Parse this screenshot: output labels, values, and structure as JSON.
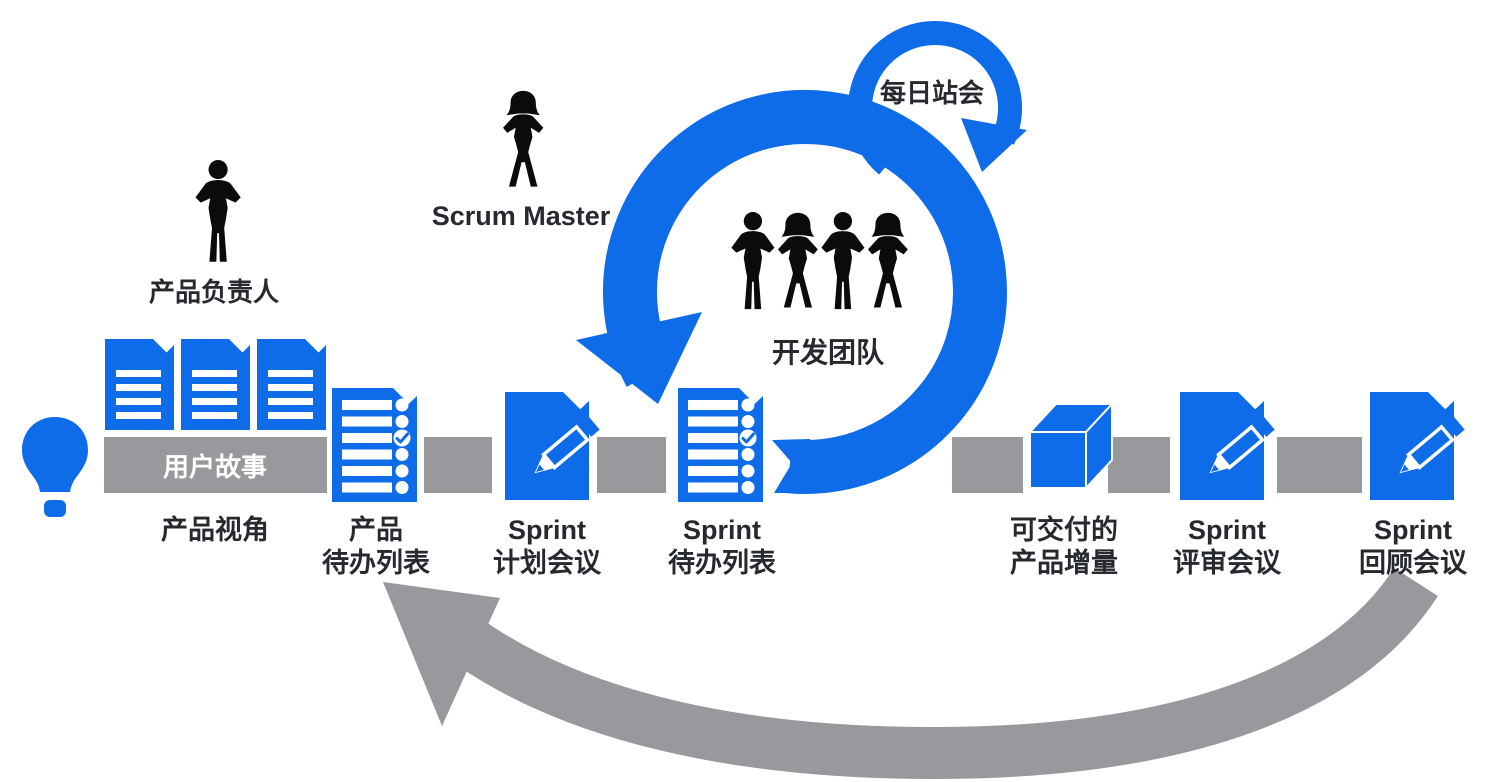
{
  "colors": {
    "primary_blue": "#0F6CE8",
    "band_gray": "#98999D",
    "label_text": "#26292E",
    "silhouette_black": "#0B0B0B",
    "band_label_text": "#FFFFFF"
  },
  "actors": {
    "product_owner_label": "产品负责人",
    "scrum_master_label": "Scrum Master",
    "dev_team_label": "开发团队",
    "daily_standup_label": "每日站会"
  },
  "band": {
    "user_stories_label": "用户故事"
  },
  "stages": [
    {
      "name": "product-vision",
      "icon": "user-story-documents-icon",
      "lines": [
        "产品视角"
      ]
    },
    {
      "name": "product-backlog",
      "icon": "checklist-icon",
      "lines": [
        "产品",
        "待办列表"
      ]
    },
    {
      "name": "sprint-planning",
      "icon": "pencil-document-icon",
      "lines": [
        "Sprint",
        "计划会议"
      ]
    },
    {
      "name": "sprint-backlog",
      "icon": "checklist-icon",
      "lines": [
        "Sprint",
        "待办列表"
      ]
    },
    {
      "name": "product-increment",
      "icon": "cube-icon",
      "lines": [
        "可交付的",
        "产品增量"
      ]
    },
    {
      "name": "sprint-review",
      "icon": "pencil-document-icon",
      "lines": [
        "Sprint",
        "评审会议"
      ]
    },
    {
      "name": "sprint-retrospective",
      "icon": "pencil-document-icon",
      "lines": [
        "Sprint",
        "回顾会议"
      ]
    }
  ]
}
